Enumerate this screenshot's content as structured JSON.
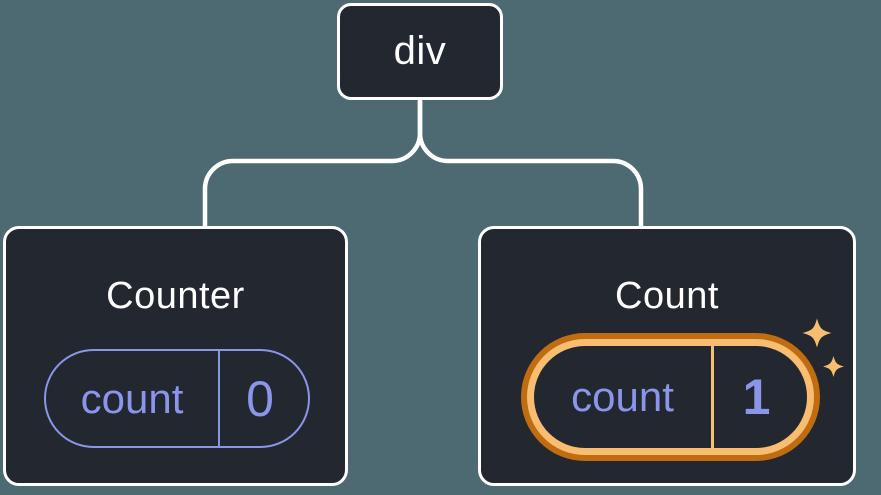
{
  "colors": {
    "canvas-bg": "#4d6971",
    "node-bg": "#23272f",
    "node-border": "#ffffff",
    "connector": "#ffffff",
    "state-purple": "#8b95ea",
    "hl-dark": "#c06c10",
    "hl-light": "#f8bd70",
    "title-white": "#ffffff"
  },
  "tree": {
    "root": {
      "label": "div"
    },
    "children": [
      {
        "title": "Counter",
        "highlighted": false,
        "state": {
          "key": "count",
          "value": "0"
        }
      },
      {
        "title": "Count",
        "highlighted": true,
        "state": {
          "key": "count",
          "value": "1"
        }
      }
    ]
  },
  "icons": {
    "sparkle_large": "sparkle-icon",
    "sparkle_small": "sparkle-icon"
  }
}
